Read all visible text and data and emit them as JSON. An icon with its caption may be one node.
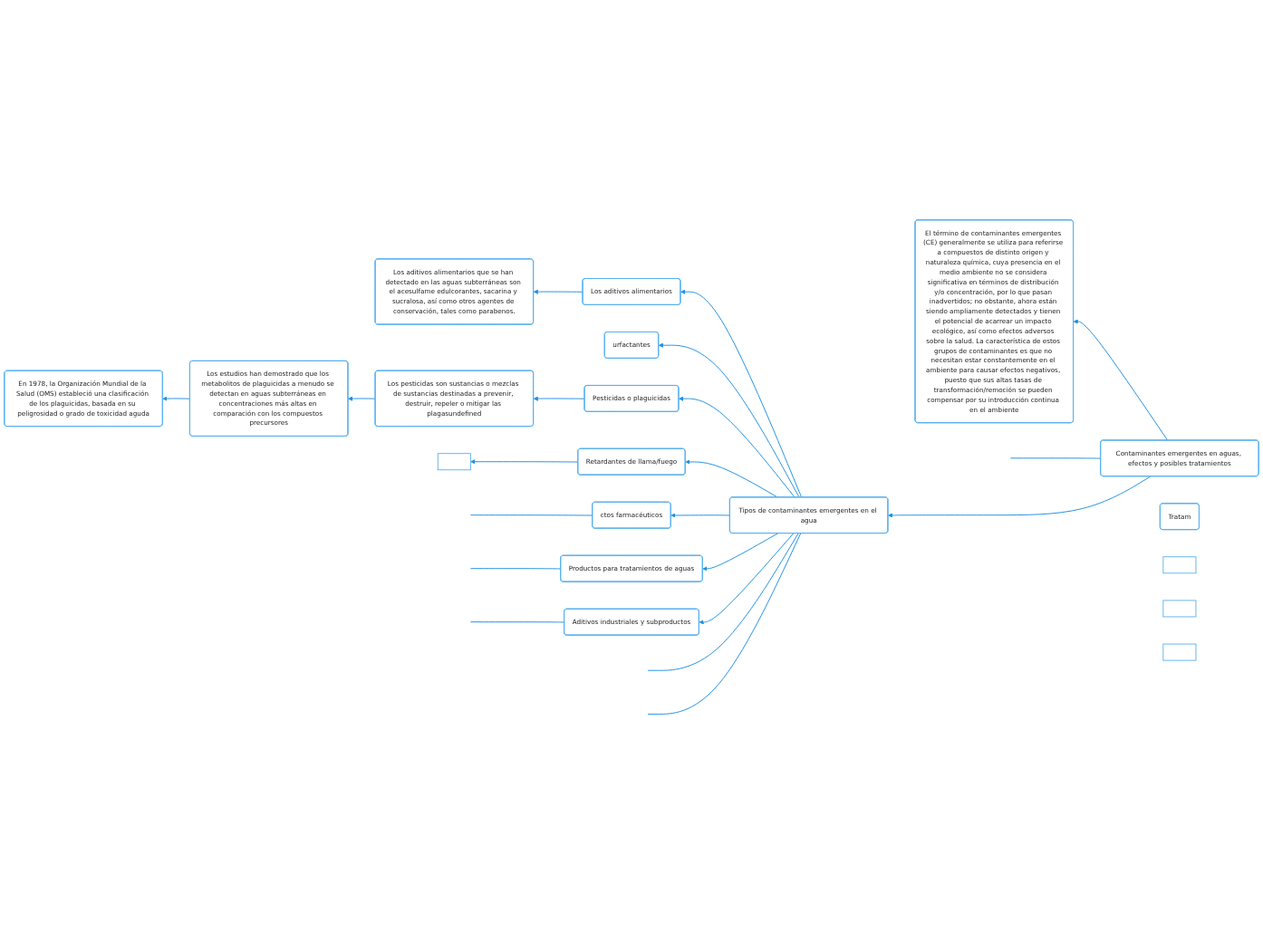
{
  "diagram": {
    "nodes": [
      {
        "text": [
          "Tipos de contaminantes emergentes en el agua"
        ]
      },
      {
        "text": [
          "Productos para tratamientos de aguas"
        ]
      },
      {
        "text": [
          "urfactantes"
        ]
      },
      {
        "text": [
          "Aditivos industriales y subproductos"
        ]
      },
      {
        "text": [
          "Retardantes de llama/fuego"
        ]
      },
      {
        "text": [
          "Los aditivos alimentarios"
        ]
      },
      {
        "text": [
          "Los aditivos alimentarios que se han detectado en las aguas subterráneas son el acesulfame edulcorantes, sacarina y sucralosa, así como otros agentes de conservación, tales como parabenos."
        ]
      },
      {
        "text": [
          "Contaminantes emergentes en aguas, efectos y posibles tratamientos"
        ]
      },
      {
        "text": [
          "El término de contaminantes emergentes (CE) generalmente se utiliza para referirse a compuestos de distinto origen y naturaleza química, cuya presencia en el medio ambiente no se considera significativa en términos de distribución y/o concentración, por lo que pasan inadvertidos; no obstante, ahora están siendo ampliamente detectados y tienen el potencial de acarrear un impacto ecológico, así como efectos adversos sobre la salud. La característica de estos grupos de contaminantes es que no necesitan estar constantemente en el ambiente para causar efectos negativos, puesto que sus altas tasas de transformación/remoción se pueden compensar por su introducción continua en el ambiente"
        ]
      },
      {
        "text": [
          "ctos farmacéuticos"
        ]
      },
      {
        "text": [
          "Pesticidas o plaguicidas"
        ]
      },
      {
        "text": [
          "Los pesticidas son sustancias o mezclas de sustancias destinadas a prevenir, destruir, repeler o mitigar las plagasundefined"
        ]
      },
      {
        "text": [
          "Los estudios han demostrado que los metabolitos de plaguicidas a menudo se detectan en aguas subterráneas en concentraciones más altas en comparación con los compuestos precursores"
        ]
      },
      {
        "text": [
          "En 1978, la Organización Mundial de la Salud (OMS) estableció una clasificación de los plaguicidas, basada en su peligrosidad o grado de toxicidad aguda"
        ]
      },
      {
        "text": [
          "Tratam"
        ]
      },
      {
        "text": [],
        "shape": "box"
      },
      {
        "text": [],
        "shape": "box"
      },
      {
        "text": [],
        "shape": "box"
      },
      {
        "text": [],
        "shape": "box"
      }
    ],
    "edges": [
      {
        "from": 0,
        "to": 1,
        "arrow": "to"
      },
      {
        "from": 0,
        "to": 2,
        "arrow": "to"
      },
      {
        "from": 0,
        "to": 3,
        "arrow": "to"
      },
      {
        "from": 0,
        "to": 4,
        "arrow": "to"
      },
      {
        "from": 0,
        "to": 5,
        "arrow": "to"
      },
      {
        "from": 5,
        "to": 6,
        "arrow": "to"
      },
      {
        "from": 4,
        "to": 18,
        "arrow": "to"
      },
      {
        "from": 7,
        "to": 0,
        "arrow": "to"
      },
      {
        "from": 7,
        "to": 8,
        "arrow": "to"
      },
      {
        "from": 7,
        "to": null,
        "arrow": "none"
      },
      {
        "from": 0,
        "to": 9,
        "arrow": "to"
      },
      {
        "from": 0,
        "to": 10,
        "arrow": "to"
      },
      {
        "from": 10,
        "to": 11,
        "arrow": "to"
      },
      {
        "from": 11,
        "to": 12,
        "arrow": "to"
      },
      {
        "from": 12,
        "to": 13,
        "arrow": "to"
      },
      {
        "from": 9,
        "to": null,
        "arrow": "none"
      },
      {
        "from": 1,
        "to": null,
        "arrow": "none"
      },
      {
        "from": 3,
        "to": null,
        "arrow": "none"
      },
      {
        "from": 0,
        "to": null,
        "arrow": "none"
      },
      {
        "from": 0,
        "to": null,
        "arrow": "none"
      }
    ]
  }
}
